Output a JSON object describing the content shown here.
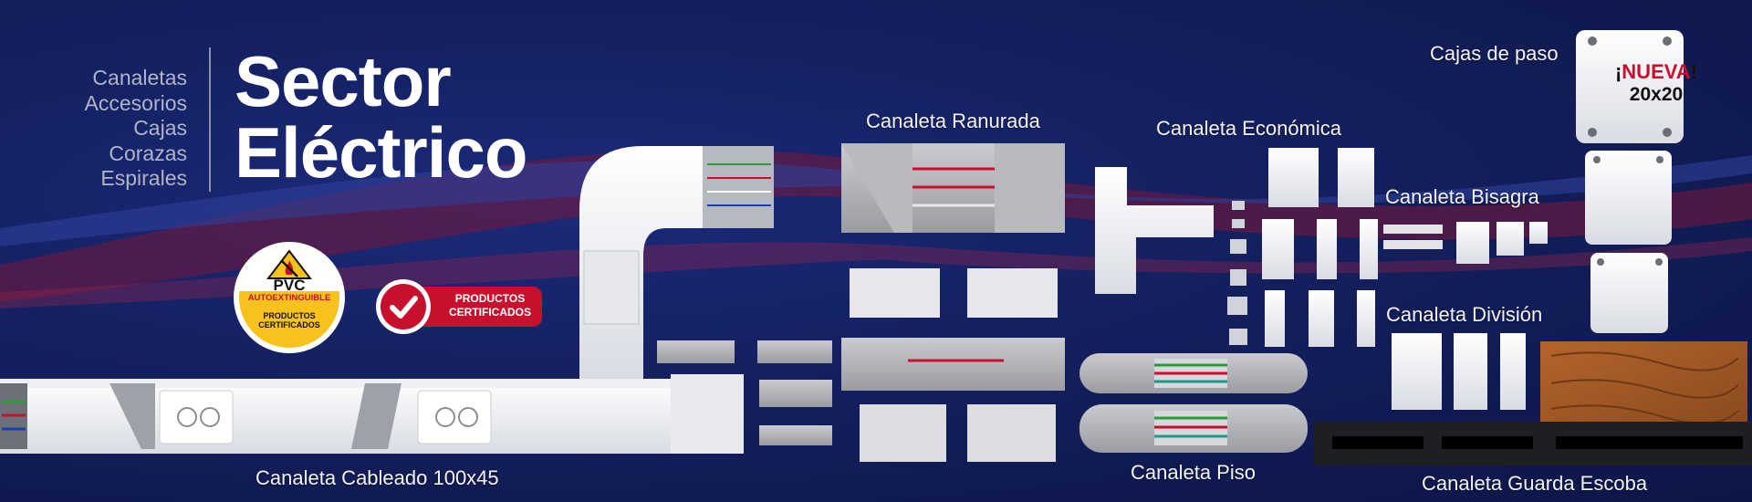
{
  "header": {
    "categories": [
      "Canaletas",
      "Accesorios",
      "Cajas",
      "Corazas",
      "Espirales"
    ],
    "title_line1": "Sector",
    "title_line2": "Eléctrico"
  },
  "badges": {
    "pvc_title": "PVC",
    "pvc_subtitle": "AUTOEXTINGUIBLE",
    "pvc_line1": "PRODUCTOS",
    "pvc_line2": "CERTIFICADOS",
    "cert_line1": "PRODUCTOS",
    "cert_line2": "CERTIFICADOS"
  },
  "products": {
    "cableado": "Canaleta Cableado 100x45",
    "ranurada": "Canaleta Ranurada",
    "economica": "Canaleta Económica",
    "bisagra": "Canaleta Bisagra",
    "division": "Canaleta División",
    "piso": "Canaleta Piso",
    "guarda": "Canaleta Guarda Escoba",
    "cajas": "Cajas de paso"
  },
  "nueva": {
    "excl_open": "¡",
    "word": "NUEVA",
    "excl_close": "!",
    "size": "20x20"
  },
  "colors": {
    "background": "#141f5e",
    "badge_red": "#c8102e",
    "badge_yellow": "#f7c21b",
    "wave_red": "#8c1a3c"
  }
}
